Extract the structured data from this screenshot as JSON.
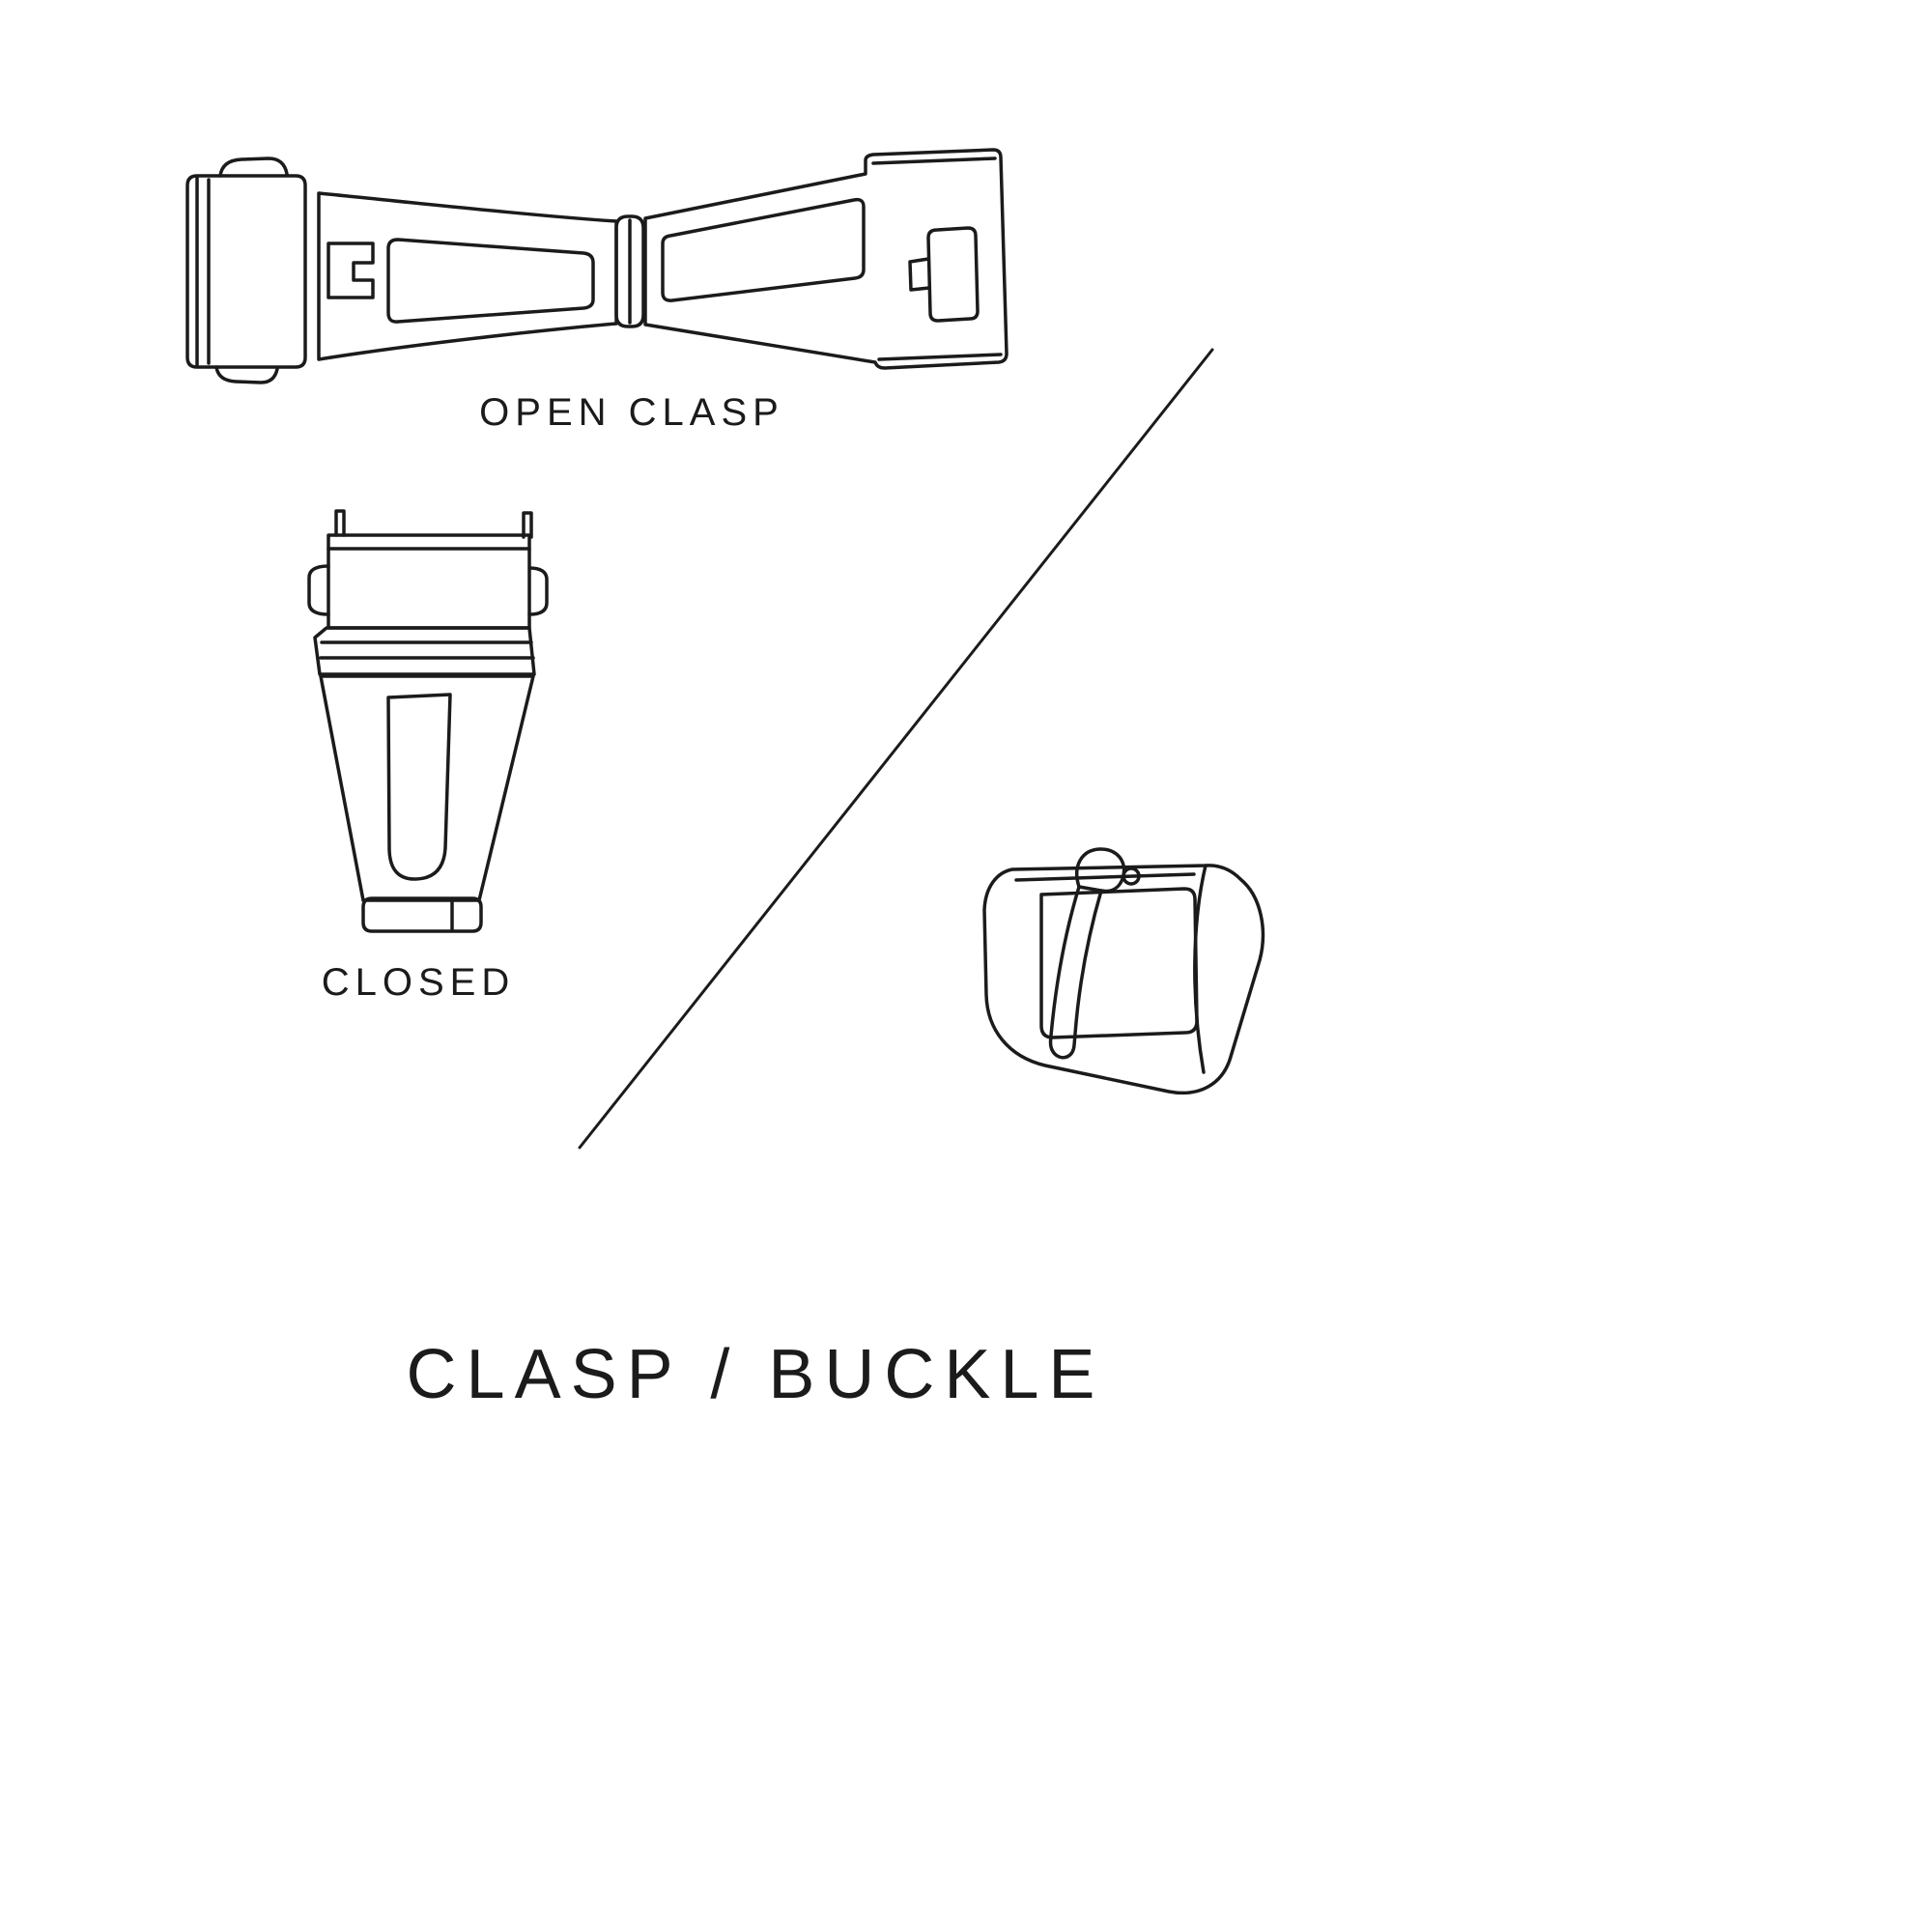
{
  "canvas": {
    "background": "#ffffff",
    "ink": "#1b1b1b"
  },
  "open_clasp": {
    "label": "OPEN CLASP",
    "illustration": "open-clasp-top-view"
  },
  "closed_clasp": {
    "label": "CLOSED",
    "illustration": "closed-clasp-front-view"
  },
  "buckle": {
    "illustration": "tang-buckle"
  },
  "divider": "diagonal-separator-line",
  "title": "CLASP / BUCKLE"
}
